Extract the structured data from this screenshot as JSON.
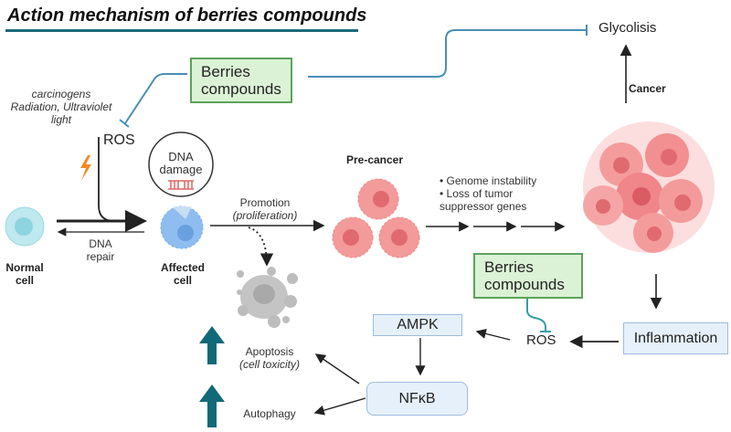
{
  "title": "Action mechanism of berries compounds",
  "colors": {
    "accent": "#1b6a7d",
    "inhibit_line": "#4a8fb3",
    "green_box": "#dcf2d6",
    "blue_box": "#e6f0fb",
    "cancer": "#ee7f7f"
  },
  "nodes": {
    "berries_top": {
      "line1": "Berries",
      "line2": "compounds"
    },
    "berries_bottom": {
      "line1": "Berries",
      "line2": "compounds"
    },
    "carcinogens": {
      "line1": "carcinogens",
      "line2": "Radiation, Ultraviolet",
      "line3": "light"
    },
    "ros_top": "ROS",
    "ros_bottom": "ROS",
    "dna_damage": {
      "line1": "DNA",
      "line2": "damage"
    },
    "normal_cell": {
      "line1": "Normal",
      "line2": "cell"
    },
    "affected_cell": {
      "line1": "Affected",
      "line2": "cell"
    },
    "dna_repair": {
      "line1": "DNA",
      "line2": "repair"
    },
    "promotion": {
      "line1": "Promotion",
      "line2": "(proliferation)"
    },
    "pre_cancer": "Pre-cancer",
    "genome": {
      "line1": "• Genome instability",
      "line2": "• Loss of tumor",
      "line3": "suppressor genes"
    },
    "cancer": "Cancer",
    "glycolisis": "Glycolisis",
    "inflammation": "Inflammation",
    "ampk": "AMPK",
    "nfkb": "NFκB",
    "apoptosis": {
      "line1": "Apoptosis",
      "line2": "(cell toxicity)"
    },
    "autophagy": "Autophagy"
  },
  "icons": [
    "lightning-icon",
    "dna-icon",
    "up-arrow-icon",
    "normal-cell-icon",
    "affected-cell-icon",
    "precancer-cell-icon",
    "tumor-icon",
    "apoptotic-cell-icon"
  ]
}
